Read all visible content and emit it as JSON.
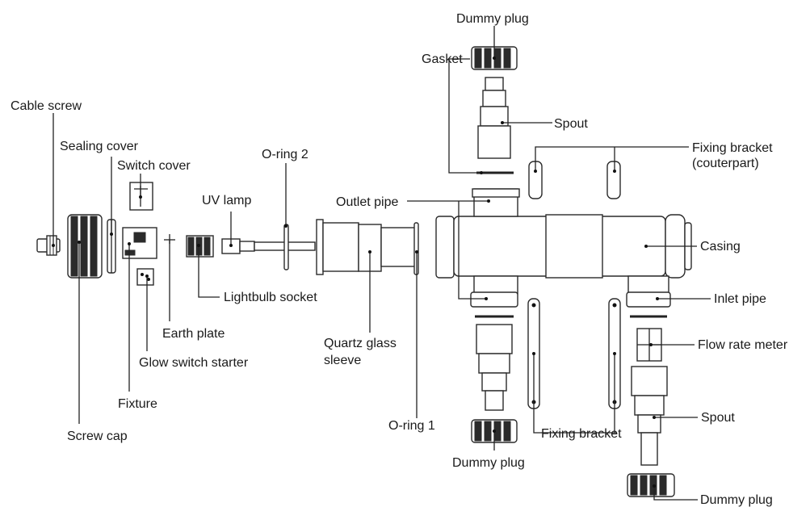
{
  "labels": {
    "cable_screw": "Cable screw",
    "sealing_cover": "Sealing cover",
    "switch_cover": "Switch cover",
    "uv_lamp": "UV lamp",
    "o_ring_2": "O-ring 2",
    "outlet_pipe": "Outlet pipe",
    "dummy_plug_top": "Dummy plug",
    "gasket": "Gasket",
    "spout_top": "Spout",
    "fixing_bracket_counterpart_1": "Fixing bracket",
    "fixing_bracket_counterpart_2": "(couterpart)",
    "casing": "Casing",
    "inlet_pipe": "Inlet pipe",
    "flow_rate_meter": "Flow rate meter",
    "spout_bottom": "Spout",
    "dummy_plug_bottom_right": "Dummy plug",
    "fixing_bracket": "Fixing bracket",
    "dummy_plug_bottom_left": "Dummy plug",
    "o_ring_1": "O-ring 1",
    "quartz_sleeve_1": "Quartz glass",
    "quartz_sleeve_2": "sleeve",
    "lightbulb_socket": "Lightbulb socket",
    "earth_plate": "Earth plate",
    "glow_switch_starter": "Glow switch starter",
    "fixture": "Fixture",
    "screw_cap": "Screw cap"
  }
}
